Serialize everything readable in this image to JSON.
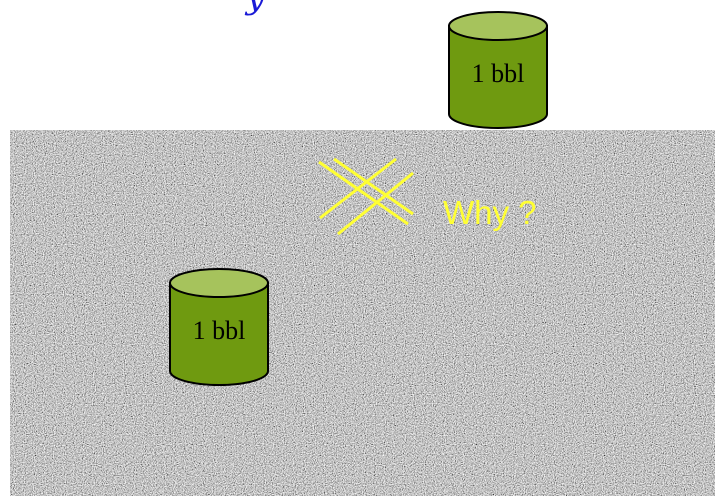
{
  "title_fragment": "y",
  "barrels": {
    "surface": {
      "label": "1 bbl"
    },
    "underground": {
      "label": "1 bbl"
    }
  },
  "question": "Why ?",
  "colors": {
    "title": "#1a1ad6",
    "barrel_body": "#6f9a10",
    "barrel_top": "#a6c35c",
    "barrel_outline": "#000000",
    "rock_texture": "#9a9a9a",
    "cross_lines": "#ffff33",
    "question_text": "#ffff33"
  },
  "icons": {
    "barrel": "oil-barrel-cylinder-icon",
    "cross": "crossed-out-icon"
  }
}
